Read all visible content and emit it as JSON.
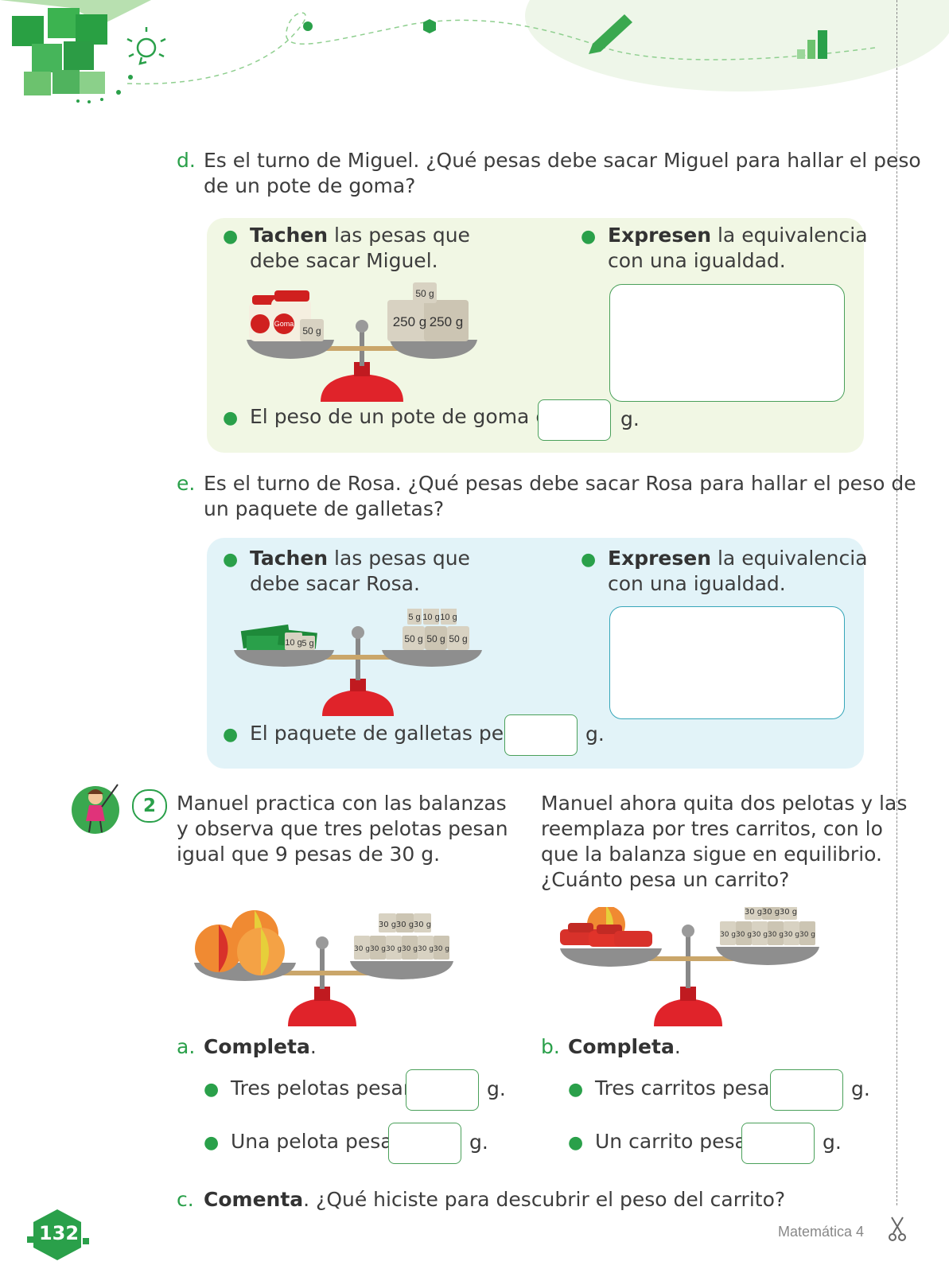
{
  "header": {
    "icons": [
      "cubes-logo",
      "lightbulb-icon",
      "cube-icon",
      "pencil-icon",
      "bar-chart-icon"
    ]
  },
  "d": {
    "letter": "d.",
    "line1": "Es el turno de Miguel. ¿Qué pesas debe sacar Miguel para hallar el peso",
    "line2": "de un pote de goma?",
    "b1_bold": "Tachen",
    "b1_rest": " las pesas que",
    "b1_line2": "debe sacar Miguel.",
    "b2_bold": "Expresen",
    "b2_rest": " la equivalencia",
    "b2_line2": "con una igualdad.",
    "b3": "El peso de un pote de goma es",
    "unit": "g.",
    "scale": {
      "left_jar_label": "Goma",
      "left_weight": "50 g",
      "right_top": "50 g",
      "right_weights": [
        "250 g",
        "250 g"
      ]
    }
  },
  "e": {
    "letter": "e.",
    "line1": "Es el turno de Rosa. ¿Qué pesas debe sacar Rosa para hallar el peso de",
    "line2": "un paquete de galletas?",
    "b1_bold": "Tachen",
    "b1_rest": " las pesas que",
    "b1_line2": "debe sacar Rosa.",
    "b2_bold": "Expresen",
    "b2_rest": " la equivalencia",
    "b2_line2": "con una igualdad.",
    "b3": "El paquete de galletas pesa",
    "unit": "g.",
    "scale": {
      "left_weights": [
        "10 g",
        "5 g"
      ],
      "right_top": [
        "5 g",
        "10 g",
        "10 g"
      ],
      "right_bottom": [
        "50 g",
        "50 g",
        "50 g"
      ]
    }
  },
  "q2": {
    "number": "2",
    "left": [
      "Manuel practica con las balanzas",
      "y observa que tres pelotas pesan",
      "igual que 9 pesas de 30 g."
    ],
    "right": [
      "Manuel ahora quita dos pelotas y las",
      "reemplaza por tres carritos, con lo",
      "que la balanza sigue en equilibrio.",
      "¿Cuánto pesa un carrito?"
    ],
    "weight_label": "30 g",
    "a": {
      "letter": "a.",
      "bold": "Completa",
      "dot": ".",
      "i1": "Tres pelotas pesan",
      "i2": "Una pelota pesa",
      "unit": "g."
    },
    "b": {
      "letter": "b.",
      "bold": "Completa",
      "dot": ".",
      "i1": "Tres carritos pesan",
      "i2": "Un carrito pesa",
      "unit": "g."
    },
    "c": {
      "letter": "c.",
      "bold": "Comenta",
      "rest": ". ¿Qué hiciste para descubrir el peso del carrito?"
    }
  },
  "footer": {
    "page_number": "132",
    "book": "Matemática 4"
  },
  "colors": {
    "green": "#2aa04a",
    "panel_green": "#f1f7e4",
    "panel_blue": "#e2f3f8",
    "red": "#e0232a"
  }
}
